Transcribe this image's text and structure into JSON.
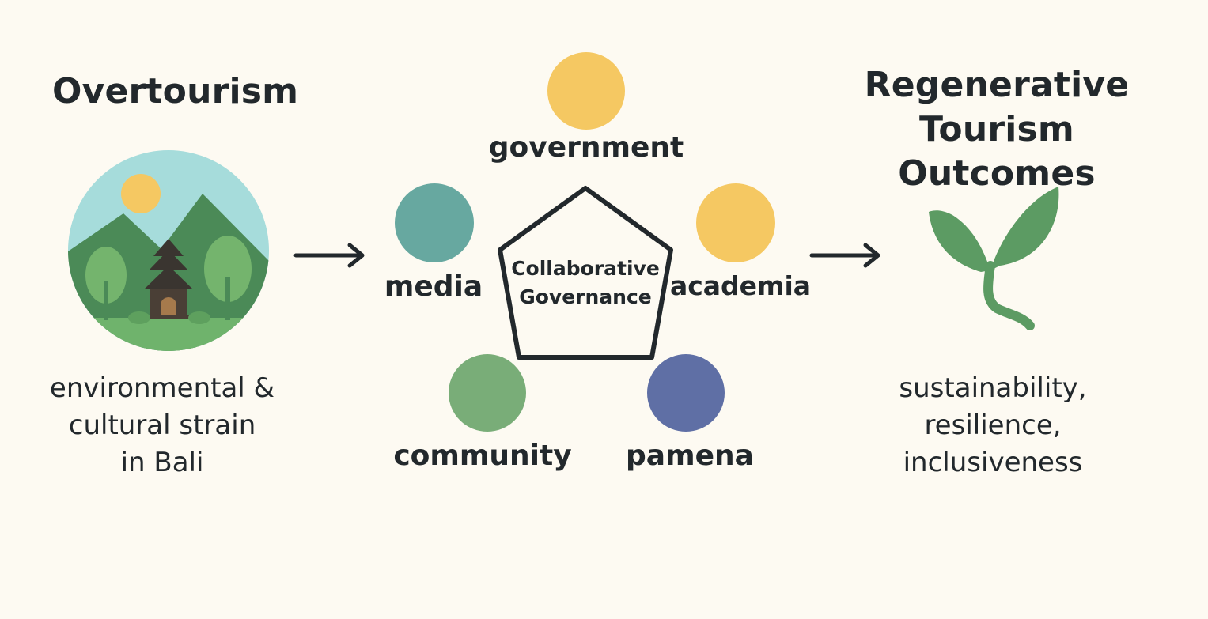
{
  "left": {
    "title": "Overtourism",
    "desc_lines": [
      "environmental &",
      "cultural strain",
      "in Bali"
    ]
  },
  "center": {
    "label_lines": [
      "Collaborative",
      "Governance"
    ],
    "stakeholders": {
      "government": "government",
      "media": "media",
      "academia": "academia",
      "community": "community",
      "pamena": "pamena"
    }
  },
  "right": {
    "title_lines": [
      "Regenerative",
      "Tourism Outcomes"
    ],
    "desc_lines": [
      "sustainability,",
      "resilience,",
      "inclusiveness"
    ]
  },
  "colors": {
    "background": "#fdfaf2",
    "text": "#22282c",
    "yellow": "#f5c862",
    "teal": "#67a8a0",
    "green": "#79ad78",
    "blue": "#5f6fa5",
    "leaf": "#5c9b63"
  },
  "icons": {
    "scene": "bali-landscape-icon",
    "sprout": "sprout-icon",
    "arrow": "arrow-right-icon"
  }
}
